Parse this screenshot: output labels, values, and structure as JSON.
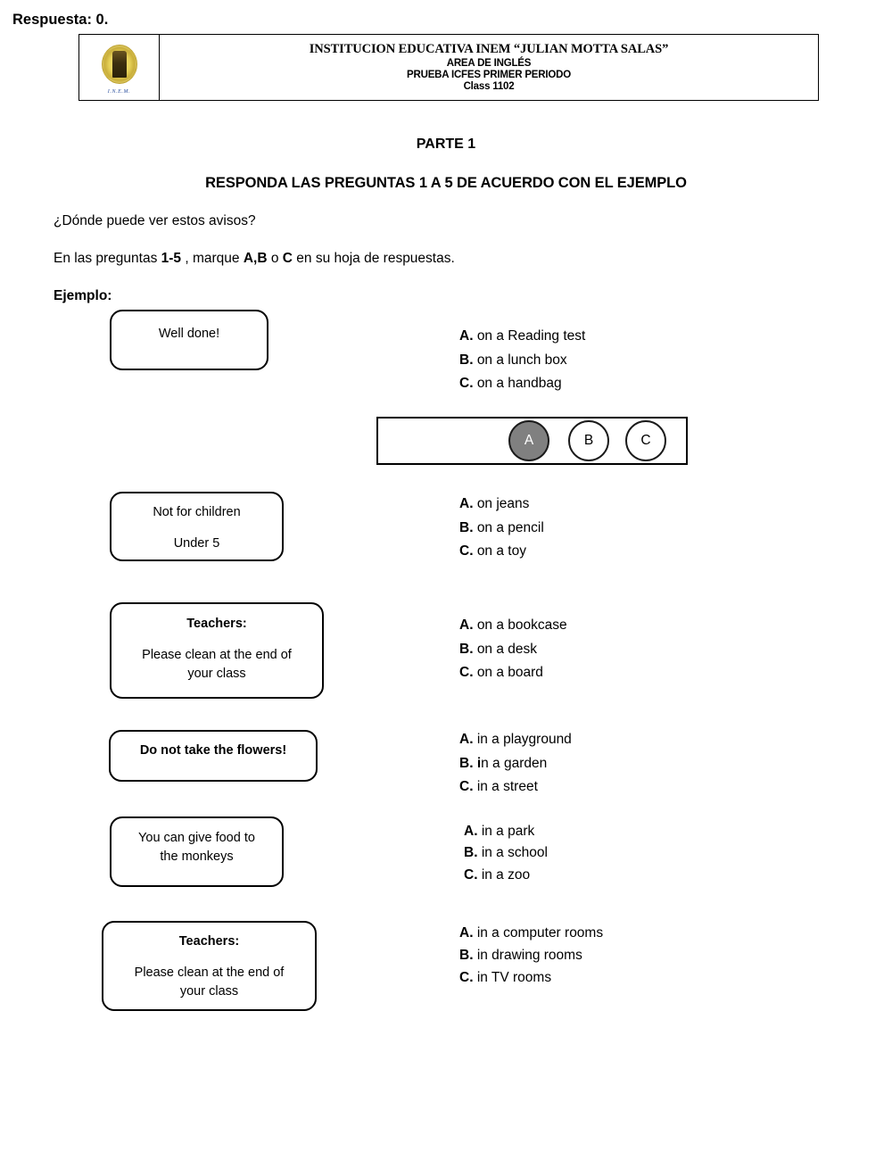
{
  "header": {
    "logo": {
      "name": "inem-school-crest",
      "subtitle": "I.N.E.M."
    },
    "institution": "INSTITUCION EDUCATIVA INEM “JULIAN MOTTA SALAS”",
    "area": "AREA DE INGLÉS",
    "exam": "PRUEBA ICFES PRIMER PERIODO",
    "class": "Class 1102"
  },
  "titles": {
    "part": "PARTE 1",
    "instruction": "RESPONDA LAS PREGUNTAS 1 A 5 DE ACUERDO CON EL EJEMPLO"
  },
  "prompts": {
    "question": "¿Dónde puede ver estos avisos?",
    "directions_pre": "En las preguntas ",
    "directions_range": "1-5",
    "directions_mid": " , marque ",
    "directions_choices": "A,B",
    "directions_or": " o ",
    "directions_last_choice": "C",
    "directions_post": " en su hoja de respuestas.",
    "example_label": "Ejemplo:"
  },
  "example": {
    "notice": {
      "line1": "Well done!"
    },
    "options": [
      {
        "letter": "A.",
        "text": "on a Reading test"
      },
      {
        "letter": "B.",
        "text": "on a lunch box"
      },
      {
        "letter": "C.",
        "text": "on a handbag"
      }
    ],
    "answer": {
      "label": "Respuesta: 0.",
      "bubbles": [
        {
          "letter": "A",
          "filled": true
        },
        {
          "letter": "B",
          "filled": false
        },
        {
          "letter": "C",
          "filled": false
        }
      ],
      "filled_color": "#808080"
    }
  },
  "questions": [
    {
      "notice": {
        "line1": "Not for children",
        "line2": "Under 5",
        "bold_first": false,
        "gap": true
      },
      "options": [
        {
          "letter": "A.",
          "text": "on jeans"
        },
        {
          "letter": "B.",
          "text": "on a pencil"
        },
        {
          "letter": "C.",
          "text": "on a toy"
        }
      ]
    },
    {
      "notice": {
        "line1": "Teachers:",
        "line2": "Please clean at the end of",
        "line3": "your class",
        "bold_first": true,
        "gap": true
      },
      "options": [
        {
          "letter": "A.",
          "text": "on a bookcase"
        },
        {
          "letter": "B.",
          "text": "on a desk"
        },
        {
          "letter": "C.",
          "text": "on a board"
        }
      ]
    },
    {
      "notice": {
        "line1": "Do not take the flowers!",
        "bold_first": true,
        "gap": false
      },
      "options": [
        {
          "letter": "A.",
          "text": "in a playground"
        },
        {
          "letter": "B.",
          "text": "in a garden",
          "bold_lead": "i",
          "rest": "n a garden"
        },
        {
          "letter": "C.",
          "text": "in a street"
        }
      ]
    },
    {
      "notice": {
        "line1": "You can give food to",
        "line2": "the monkeys",
        "bold_first": false,
        "gap": false
      },
      "options": [
        {
          "letter": "A.",
          "text": "in a park"
        },
        {
          "letter": "B.",
          "text": "in a school"
        },
        {
          "letter": "C.",
          "text": "in a zoo"
        }
      ]
    },
    {
      "notice": {
        "line1": "Teachers:",
        "line2": "Please clean at the end of",
        "line3": "your class",
        "bold_first": true,
        "gap": true
      },
      "options": [
        {
          "letter": "A.",
          "text": "in a computer rooms"
        },
        {
          "letter": "B.",
          "text": "in drawing rooms"
        },
        {
          "letter": "C.",
          "text": "in TV rooms"
        }
      ]
    }
  ]
}
